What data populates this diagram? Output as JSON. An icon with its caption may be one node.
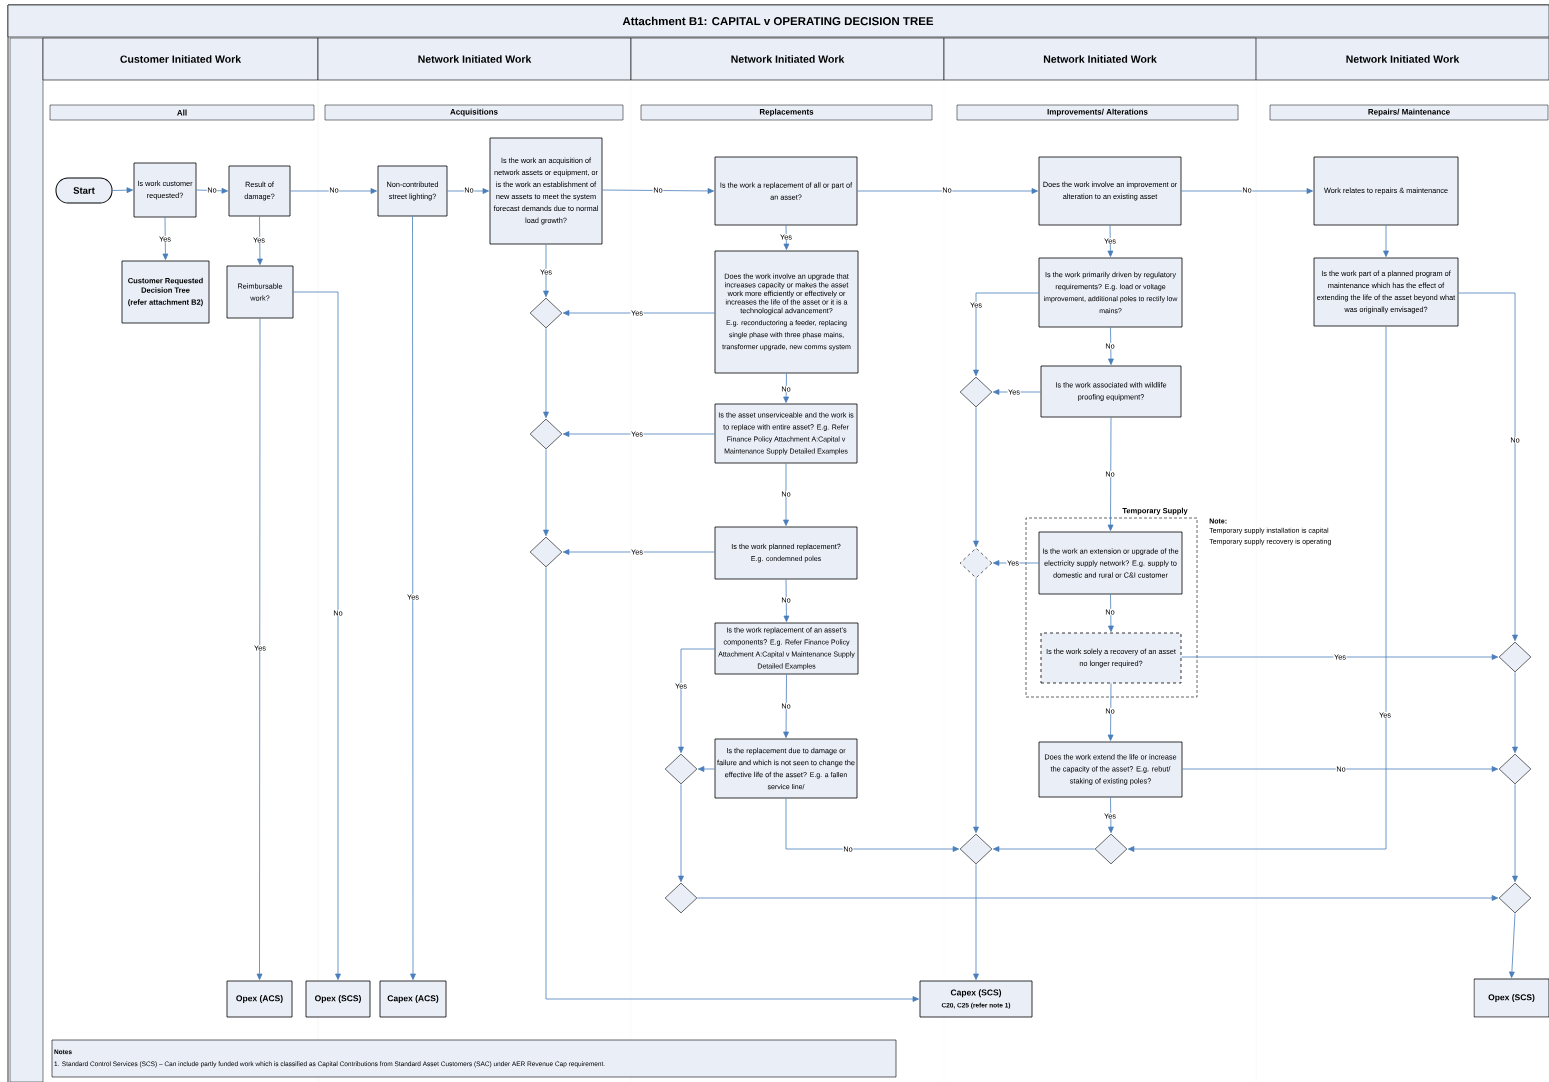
{
  "diagram": {
    "title": "Attachment B1: CAPITAL v OPERATING DECISION TREE",
    "nodes": [
      {
        "text": [
          "Customer Initiated Work"
        ]
      },
      {
        "text": [
          "Network Initiated Work"
        ]
      },
      {
        "text": [
          "Network Initiated Work"
        ]
      },
      {
        "text": [
          "Network Initiated Work"
        ]
      },
      {
        "text": [
          "Network Initiated Work"
        ]
      },
      {
        "text": [
          "All"
        ]
      },
      {
        "text": [
          "Acquisitions"
        ]
      },
      {
        "text": [
          "Replacements"
        ]
      },
      {
        "text": [
          "Improvements/ Alterations"
        ]
      },
      {
        "text": [
          "Repairs/ Maintenance"
        ]
      },
      {
        "text": [
          "Start"
        ]
      },
      {
        "text": [
          "Is work customer requested?"
        ]
      },
      {
        "text": [
          "Result of damage?"
        ]
      },
      {
        "text": [
          "Customer Requested Decision Tree",
          "(refer attachment B2)"
        ]
      },
      {
        "text": [
          "Reimbursable work?"
        ]
      },
      {
        "text": [
          "Non-contributed street lighting?"
        ]
      },
      {
        "text": [
          "Is the work an acquisition of network assets or equipment, or is the work an establishment of new assets to meet the system forecast demands due to normal load growth?"
        ]
      },
      {
        "text": [
          "Is the work a replacement of all or part of an asset?"
        ]
      },
      {
        "text": [
          "Does the work involve an upgrade that increases capacity or makes the asset work more efficiently or effectively or increases the life of the asset or it is a technological advancement?",
          "E.g. reconductoring a feeder, replacing single phase with three phase mains, transformer upgrade, new comms system"
        ]
      },
      {
        "text": [
          "Is the asset unserviceable and the work is to replace with entire asset?",
          "E.g. Refer Finance Policy Attachment A:Capital v Maintenance Supply Detailed Examples"
        ]
      },
      {
        "text": [
          "Is the work planned replacement?",
          "E.g. condemned poles"
        ]
      },
      {
        "text": [
          "Is the work replacement of an asset’s components?",
          "E.g. Refer Finance Policy Attachment A:Capital v Maintenance Supply Detailed Examples"
        ]
      },
      {
        "text": [
          "Is the replacement due to damage or failure and which is not seen to change the effective life of the asset?",
          "E.g. a fallen service line/"
        ]
      },
      {
        "text": [
          "Does the work involve an improvement or alteration to an existing asset"
        ]
      },
      {
        "text": [
          "Is the work primarily driven by regulatory requirements?",
          "E.g. load or voltage improvement, additional poles to rectify low mains?"
        ]
      },
      {
        "text": [
          "Is the work associated with wildlife proofing equipment?"
        ]
      },
      {
        "text": [
          "Temporary Supply"
        ]
      },
      {
        "text": [
          "Is the work an extension or upgrade of the electricity supply network? E.g. supply to domestic and rural or C&I customer"
        ],
        "in": 26
      },
      {
        "text": [
          "Is the work solely a recovery of an asset no longer required?"
        ],
        "in": 26
      },
      {
        "text": [
          "Does the work extend the life or increase the capacity of the asset? E.g. rebut/ staking of existing poles?"
        ]
      },
      {
        "text": [
          "Work relates to repairs & maintenance"
        ]
      },
      {
        "text": [
          "Is the work part of a planned program of maintenance which has the effect of extending the life of the asset beyond what was originally envisaged?"
        ]
      },
      {
        "text": [],
        "shape": "diamond"
      },
      {
        "text": [],
        "shape": "diamond"
      },
      {
        "text": [],
        "shape": "diamond"
      },
      {
        "text": [],
        "shape": "diamond"
      },
      {
        "text": [],
        "shape": "diamond"
      },
      {
        "text": [],
        "shape": "diamond"
      },
      {
        "text": [],
        "shape": "diamond"
      },
      {
        "text": [],
        "shape": "diamond"
      },
      {
        "text": [],
        "shape": "diamond"
      },
      {
        "text": [],
        "shape": "diamond"
      },
      {
        "text": [],
        "shape": "diamond"
      },
      {
        "text": [],
        "shape": "diamond"
      },
      {
        "text": [
          "Opex (ACS)"
        ]
      },
      {
        "text": [
          "Opex (SCS)"
        ]
      },
      {
        "text": [
          "Capex (ACS)"
        ]
      },
      {
        "text": [
          "Capex (SCS)",
          "C20, C25 (refer note 1)"
        ]
      },
      {
        "text": [
          "Opex (SCS)"
        ]
      },
      {
        "text": [
          "Notes",
          "1. Standard Control Services (SCS) – Can include partly funded work which is classified as Capital Contributions from Standard Asset Customers (SAC) under AER Revenue Cap requirement."
        ]
      }
    ],
    "edges": [
      {
        "from": 10,
        "to": 11,
        "arrow": "to"
      },
      {
        "from": 11,
        "to": 12,
        "arrow": "to",
        "label": "No"
      },
      {
        "from": 11,
        "to": 13,
        "arrow": "to",
        "label": "Yes"
      },
      {
        "from": 12,
        "to": 14,
        "arrow": "to",
        "label": "Yes"
      },
      {
        "from": 12,
        "to": 15,
        "arrow": "to",
        "label": "No"
      },
      {
        "from": 15,
        "to": 16,
        "arrow": "to",
        "label": "No"
      },
      {
        "from": 16,
        "to": 17,
        "arrow": "to",
        "label": "No"
      },
      {
        "from": 17,
        "to": 23,
        "arrow": "to",
        "label": "No"
      },
      {
        "from": 23,
        "to": 30,
        "arrow": "to",
        "label": "No"
      },
      {
        "from": 16,
        "to": 32,
        "arrow": "to",
        "label": "Yes"
      },
      {
        "from": 17,
        "to": 18,
        "arrow": "to",
        "label": "Yes"
      },
      {
        "from": 18,
        "to": 32,
        "arrow": "to",
        "label": "Yes"
      },
      {
        "from": 18,
        "to": 19,
        "arrow": "to",
        "label": "No"
      },
      {
        "from": 19,
        "to": 33,
        "arrow": "to",
        "label": "Yes"
      },
      {
        "from": 19,
        "to": 20,
        "arrow": "to",
        "label": "No"
      },
      {
        "from": 20,
        "to": 34,
        "arrow": "to",
        "label": "Yes"
      },
      {
        "from": 20,
        "to": 21,
        "arrow": "to",
        "label": "No"
      },
      {
        "from": 21,
        "to": 35,
        "arrow": "to",
        "label": "Yes"
      },
      {
        "from": 21,
        "to": 22,
        "arrow": "to",
        "label": "No"
      },
      {
        "from": 22,
        "to": 35,
        "arrow": "to"
      },
      {
        "from": 22,
        "to": 39,
        "arrow": "to",
        "label": "No"
      },
      {
        "from": 32,
        "to": 33,
        "arrow": "to"
      },
      {
        "from": 33,
        "to": 34,
        "arrow": "to"
      },
      {
        "from": 34,
        "to": 47,
        "arrow": "to"
      },
      {
        "from": 35,
        "to": 36,
        "arrow": "to"
      },
      {
        "from": 36,
        "to": 43,
        "arrow": "to"
      },
      {
        "from": 23,
        "to": 24,
        "arrow": "to",
        "label": "Yes"
      },
      {
        "from": 24,
        "to": 37,
        "arrow": "to",
        "label": "Yes"
      },
      {
        "from": 24,
        "to": 25,
        "arrow": "to",
        "label": "No"
      },
      {
        "from": 25,
        "to": 37,
        "arrow": "to",
        "label": "Yes"
      },
      {
        "from": 25,
        "to": 27,
        "arrow": "to",
        "label": "No"
      },
      {
        "from": 27,
        "to": 38,
        "arrow": "to",
        "label": "Yes"
      },
      {
        "from": 27,
        "to": 28,
        "arrow": "to",
        "label": "No"
      },
      {
        "from": 28,
        "to": 41,
        "arrow": "to",
        "label": "Yes"
      },
      {
        "from": 28,
        "to": 29,
        "arrow": "to",
        "label": "No"
      },
      {
        "from": 29,
        "to": 40,
        "arrow": "to",
        "label": "Yes"
      },
      {
        "from": 29,
        "to": 42,
        "arrow": "to",
        "label": "No"
      },
      {
        "from": 40,
        "to": 39,
        "arrow": "to"
      },
      {
        "from": 37,
        "to": 38,
        "arrow": "to"
      },
      {
        "from": 38,
        "to": 39,
        "arrow": "to"
      },
      {
        "from": 39,
        "to": 47,
        "arrow": "to"
      },
      {
        "from": 30,
        "to": 31,
        "arrow": "to"
      },
      {
        "from": 31,
        "to": 40,
        "arrow": "to",
        "label": "Yes"
      },
      {
        "from": 31,
        "to": 41,
        "arrow": "to",
        "label": "No"
      },
      {
        "from": 41,
        "to": 42,
        "arrow": "to"
      },
      {
        "from": 42,
        "to": 43,
        "arrow": "to"
      },
      {
        "from": 43,
        "to": 48,
        "arrow": "to"
      },
      {
        "from": 14,
        "to": 45,
        "arrow": "to",
        "label": "No"
      },
      {
        "from": 14,
        "to": 44,
        "arrow": "to",
        "label": "Yes"
      },
      {
        "from": 15,
        "to": 46,
        "arrow": "to",
        "label": "Yes"
      }
    ],
    "labels": [
      "Note:",
      "Temporary supply installation is capital",
      "Temporary supply recovery is operating"
    ]
  }
}
